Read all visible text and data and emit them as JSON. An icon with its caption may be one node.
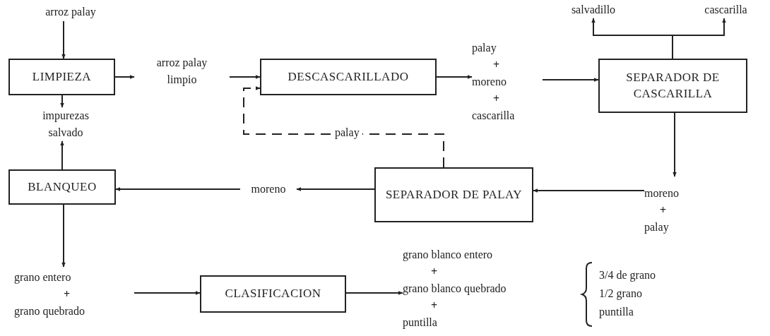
{
  "diagram": {
    "nodes": [
      {
        "text": [
          "arroz palay"
        ]
      },
      {
        "text": [
          "LIMPIEZA"
        ]
      },
      {
        "text": [
          "arroz palay limpio"
        ]
      },
      {
        "text": [
          "DESCASCARILLADO"
        ]
      },
      {
        "text": [
          "palay",
          "+",
          "moreno",
          "+",
          "cascarilla"
        ]
      },
      {
        "text": [
          "SEPARADOR DE CASCARILLA"
        ]
      },
      {
        "text": [
          "salvadillo"
        ]
      },
      {
        "text": [
          "cascarilla"
        ]
      },
      {
        "text": [
          "impurezas salvado"
        ]
      },
      {
        "text": [
          "BLANQUEO"
        ]
      },
      {
        "text": [
          "moreno"
        ]
      },
      {
        "text": [
          "SEPARADOR DE PALAY"
        ]
      },
      {
        "text": [
          "moreno",
          "+",
          "palay"
        ]
      },
      {
        "text": [
          "grano entero",
          "+",
          "grano quebrado"
        ]
      },
      {
        "text": [
          "CLASIFICACION"
        ]
      },
      {
        "text": [
          "grano blanco entero",
          "+",
          "grano blanco quebrado",
          "+",
          "puntilla"
        ]
      }
    ],
    "edges": [
      {
        "from": 0,
        "to": 1,
        "arrow": "to"
      },
      {
        "from": 1,
        "to": 2,
        "arrow": "to"
      },
      {
        "from": 2,
        "to": 3,
        "arrow": "to"
      },
      {
        "from": 3,
        "to": 4,
        "arrow": "to"
      },
      {
        "from": 4,
        "to": 5,
        "arrow": "to"
      },
      {
        "from": 5,
        "to": 6,
        "arrow": "to"
      },
      {
        "from": 5,
        "to": 7,
        "arrow": "to"
      },
      {
        "from": 1,
        "to": 8,
        "arrow": "to"
      },
      {
        "from": 9,
        "to": 8,
        "arrow": "to"
      },
      {
        "from": 5,
        "to": 12,
        "arrow": "to"
      },
      {
        "from": 12,
        "to": 11,
        "arrow": "to"
      },
      {
        "from": 11,
        "to": 10,
        "arrow": "to"
      },
      {
        "from": 10,
        "to": 9,
        "arrow": "to"
      },
      {
        "from": 9,
        "to": 13,
        "arrow": "to"
      },
      {
        "from": 13,
        "to": 14,
        "arrow": "to"
      },
      {
        "from": 14,
        "to": 15,
        "arrow": "to"
      },
      {
        "from": 11,
        "to": 3,
        "arrow": "to",
        "label": "palay",
        "style": "dashed"
      }
    ],
    "labels": [
      "3/4 de grano",
      "1/2 grano",
      "puntilla"
    ]
  }
}
